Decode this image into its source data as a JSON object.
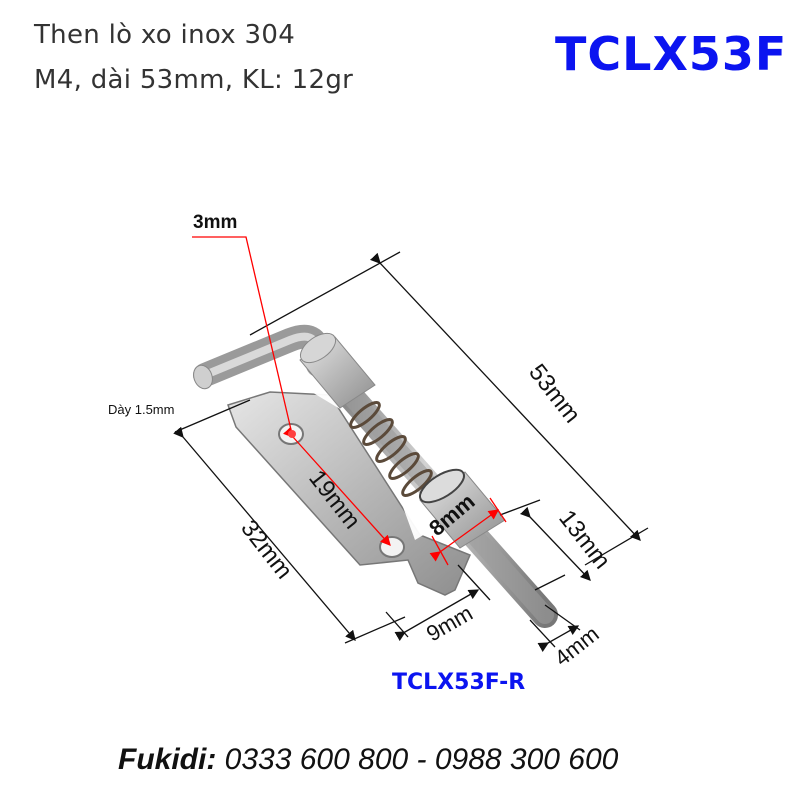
{
  "header": {
    "title_line1": "Then lò xo inox 304",
    "title_line2": "M4, dài 53mm, KL: 12gr",
    "product_code": "TCLX53F"
  },
  "drawing": {
    "dimensions": {
      "hole_diameter": "3mm",
      "thickness": "Dày 1.5mm",
      "overall_length": "53mm",
      "plate_length": "32mm",
      "hole_spacing": "19mm",
      "barrel_diameter": "8mm",
      "pin_protrusion": "13mm",
      "pin_diameter": "4mm",
      "plate_width": "9mm"
    },
    "variant_code": "TCLX53F-R"
  },
  "footer": {
    "brand": "Fukidi:",
    "phones": "0333 600 800 - 0988 300 600"
  },
  "colors": {
    "code_blue": "#0b14f0",
    "dimension_red": "#ff0000",
    "dimension_black": "#111111"
  }
}
